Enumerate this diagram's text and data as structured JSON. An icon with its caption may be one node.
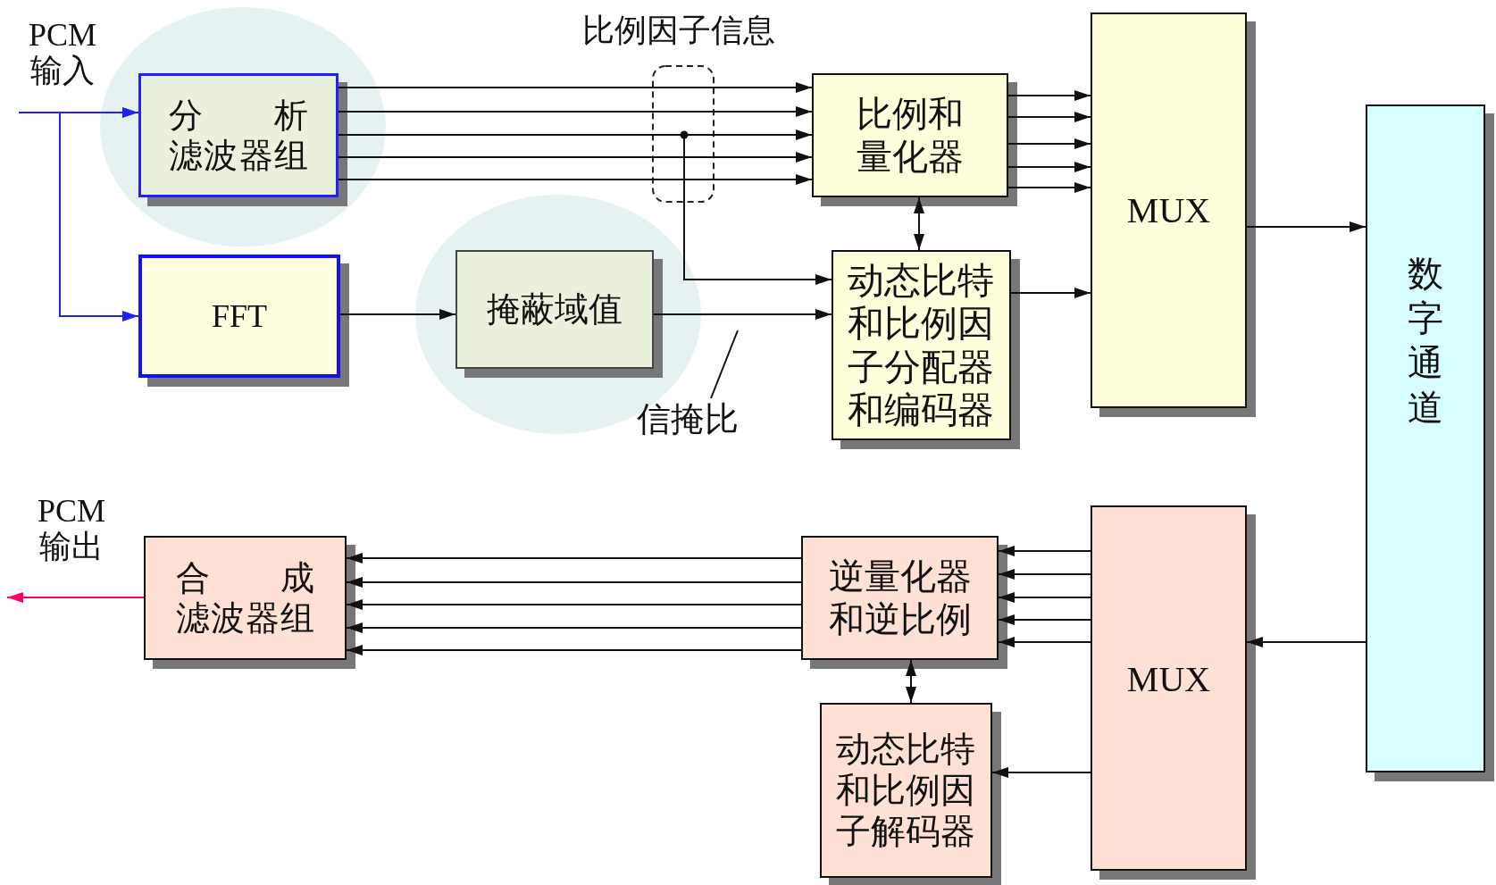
{
  "diagram": {
    "nodes": [
      {
        "text": [
          "分 析",
          "滤波器组"
        ]
      },
      {
        "text": [
          "FFT"
        ]
      },
      {
        "text": [
          "掩蔽域值"
        ]
      },
      {
        "text": [
          "比例和量化器"
        ]
      },
      {
        "text": [
          "动态比特和比例因子分配器和编码器"
        ]
      },
      {
        "text": [
          "MUX"
        ]
      },
      {
        "text": [
          "数字通道"
        ]
      },
      {
        "text": [
          "信掩比"
        ]
      },
      {
        "text": [
          "合 成",
          "滤波器组"
        ]
      },
      {
        "text": [
          "逆量化器和逆比例"
        ]
      },
      {
        "text": [
          "动态比特和比例因子解码器"
        ]
      },
      {
        "text": [
          "MUX"
        ]
      }
    ],
    "edges": [
      {
        "from": null,
        "to": 0,
        "arrow": "to",
        "color": "#2020ff"
      },
      {
        "from": null,
        "to": 1,
        "arrow": "to",
        "color": "#2020ff"
      },
      {
        "from": 0,
        "to": 3,
        "arrow": "to"
      },
      {
        "from": 0,
        "to": 3,
        "arrow": "to"
      },
      {
        "from": 0,
        "to": 3,
        "arrow": "to"
      },
      {
        "from": 0,
        "to": 3,
        "arrow": "to"
      },
      {
        "from": 0,
        "to": 3,
        "arrow": "to"
      },
      {
        "from": 0,
        "to": 4,
        "arrow": "to"
      },
      {
        "from": 1,
        "to": 2,
        "arrow": "to"
      },
      {
        "from": 2,
        "to": 4,
        "arrow": "to"
      },
      {
        "from": 4,
        "to": 3,
        "arrow": "both"
      },
      {
        "from": 3,
        "to": 5,
        "arrow": "to"
      },
      {
        "from": 3,
        "to": 5,
        "arrow": "to"
      },
      {
        "from": 3,
        "to": 5,
        "arrow": "to"
      },
      {
        "from": 3,
        "to": 5,
        "arrow": "to"
      },
      {
        "from": 3,
        "to": 5,
        "arrow": "to"
      },
      {
        "from": 4,
        "to": 5,
        "arrow": "to"
      },
      {
        "from": 5,
        "to": 6,
        "arrow": "to"
      },
      {
        "from": 6,
        "to": 11,
        "arrow": "to"
      },
      {
        "from": 11,
        "to": 9,
        "arrow": "to"
      },
      {
        "from": 11,
        "to": 9,
        "arrow": "to"
      },
      {
        "from": 11,
        "to": 9,
        "arrow": "to"
      },
      {
        "from": 11,
        "to": 9,
        "arrow": "to"
      },
      {
        "from": 11,
        "to": 9,
        "arrow": "to"
      },
      {
        "from": 11,
        "to": 10,
        "arrow": "to"
      },
      {
        "from": 9,
        "to": 10,
        "arrow": "both"
      },
      {
        "from": 9,
        "to": 8,
        "arrow": "to"
      },
      {
        "from": 9,
        "to": 8,
        "arrow": "to"
      },
      {
        "from": 9,
        "to": 8,
        "arrow": "to"
      },
      {
        "from": 9,
        "to": 8,
        "arrow": "to"
      },
      {
        "from": 9,
        "to": 8,
        "arrow": "to"
      },
      {
        "from": 8,
        "to": null,
        "arrow": "to",
        "color": "#ff0066"
      },
      {
        "from": 7,
        "to": null,
        "arrow": "none"
      }
    ],
    "labels": [
      "PCM 输入",
      "比例因子信息",
      "PCM 输出"
    ]
  }
}
